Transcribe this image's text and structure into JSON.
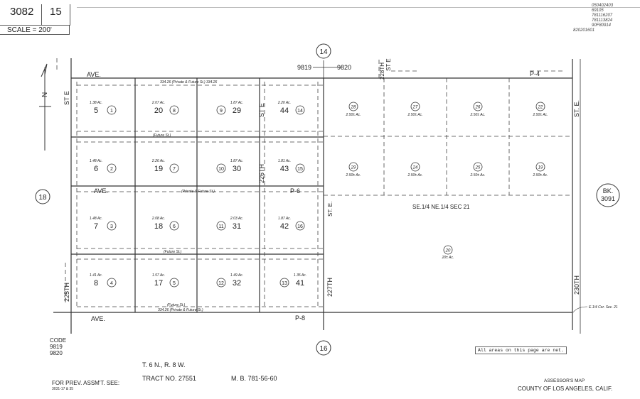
{
  "header": {
    "book": "3082",
    "page": "15",
    "scale": "SCALE = 200'"
  },
  "codes_top_right": [
    "050402403",
    "69105",
    "781116207",
    "781113824",
    "90F80914"
  ],
  "code_side": "820201601",
  "adjoining": {
    "top": "14",
    "bottom": "16",
    "left": "18",
    "right_book_label": "BK.",
    "right_book": "3091"
  },
  "code_boundary": {
    "left": "9819",
    "right": "9820"
  },
  "streets": {
    "ave_top": "AVE.",
    "ave_mid": "AVE.",
    "ave_bottom": "AVE.",
    "p4": "P-4",
    "p6": "P-6",
    "p8": "P-8",
    "st_e_left": "ST E",
    "th225": "225TH",
    "th226": "226TH",
    "st_e_226": "ST E",
    "th228": "228TH",
    "st_e_228": "ST E",
    "th227": "227TH",
    "st_e_227": "ST. E.",
    "th230": "230TH",
    "st_e_230": "ST. E.",
    "private_future_top": "334.26 (Private & Future St.) 334.26",
    "future_st_1": "(Future St.)",
    "private_future_mid": "(Private & Future St.)",
    "future_st_2": "(Future St.)",
    "future_st_3": "(Future St.)",
    "private_future_bottom": "334.26 (Private & Future St.)"
  },
  "parcels_left": [
    {
      "lot": "5",
      "parcel": "1",
      "area": "1.38 Ac."
    },
    {
      "lot": "20",
      "parcel": "8",
      "area": "2.07 Ac."
    },
    {
      "lot": "29",
      "parcel": "9",
      "area": "1.87 Ac."
    },
    {
      "lot": "44",
      "parcel": "14",
      "area": "2.20 Ac."
    },
    {
      "lot": "6",
      "parcel": "2",
      "area": "1.48 Ac."
    },
    {
      "lot": "19",
      "parcel": "7",
      "area": "2.26 Ac."
    },
    {
      "lot": "30",
      "parcel": "10",
      "area": "1.87 Ac."
    },
    {
      "lot": "43",
      "parcel": "15",
      "area": "1.81 Ac."
    },
    {
      "lot": "7",
      "parcel": "3",
      "area": "1.48 Ac."
    },
    {
      "lot": "18",
      "parcel": "6",
      "area": "2.08 Ac."
    },
    {
      "lot": "31",
      "parcel": "11",
      "area": "2.03 Ac."
    },
    {
      "lot": "42",
      "parcel": "16",
      "area": "1.87 Ac."
    },
    {
      "lot": "8",
      "parcel": "4",
      "area": "1.41 Ac."
    },
    {
      "lot": "17",
      "parcel": "5",
      "area": "1.57 Ac."
    },
    {
      "lot": "32",
      "parcel": "12",
      "area": "1.49 Ac."
    },
    {
      "lot": "41",
      "parcel": "13",
      "area": "1.35 Ac."
    }
  ],
  "parcels_right": [
    {
      "parcel": "28",
      "area": "2.50± Ac."
    },
    {
      "parcel": "27",
      "area": "2.50± Ac."
    },
    {
      "parcel": "26",
      "area": "2.50± Ac."
    },
    {
      "parcel": "22",
      "area": "2.50± Ac."
    },
    {
      "parcel": "29",
      "area": "2.50± Ac."
    },
    {
      "parcel": "24",
      "area": "2.50± Ac."
    },
    {
      "parcel": "25",
      "area": "2.50± Ac."
    },
    {
      "parcel": "19",
      "area": "2.50± Ac."
    }
  ],
  "parcel_large": {
    "parcel": "20",
    "area": "20± Ac."
  },
  "section_label": "SE.1/4 NE.1/4 SEC 21",
  "corner_label": "E.1/4 Cor. Sec. 21",
  "north_label": "N",
  "code_block": {
    "title": "CODE",
    "codes": [
      "9819",
      "9820"
    ]
  },
  "township": "T. 6 N., R. 8 W.",
  "tract": "TRACT NO. 27551",
  "map_book": "M. B. 781-56-60",
  "prev_assmt": {
    "label": "FOR PREV. ASSM'T. SEE:",
    "ref": "3031-17 & 35"
  },
  "net_note": "All areas on this page are net.",
  "title": {
    "line1": "ASSESSOR'S MAP",
    "line2": "COUNTY OF LOS ANGELES, CALIF."
  }
}
